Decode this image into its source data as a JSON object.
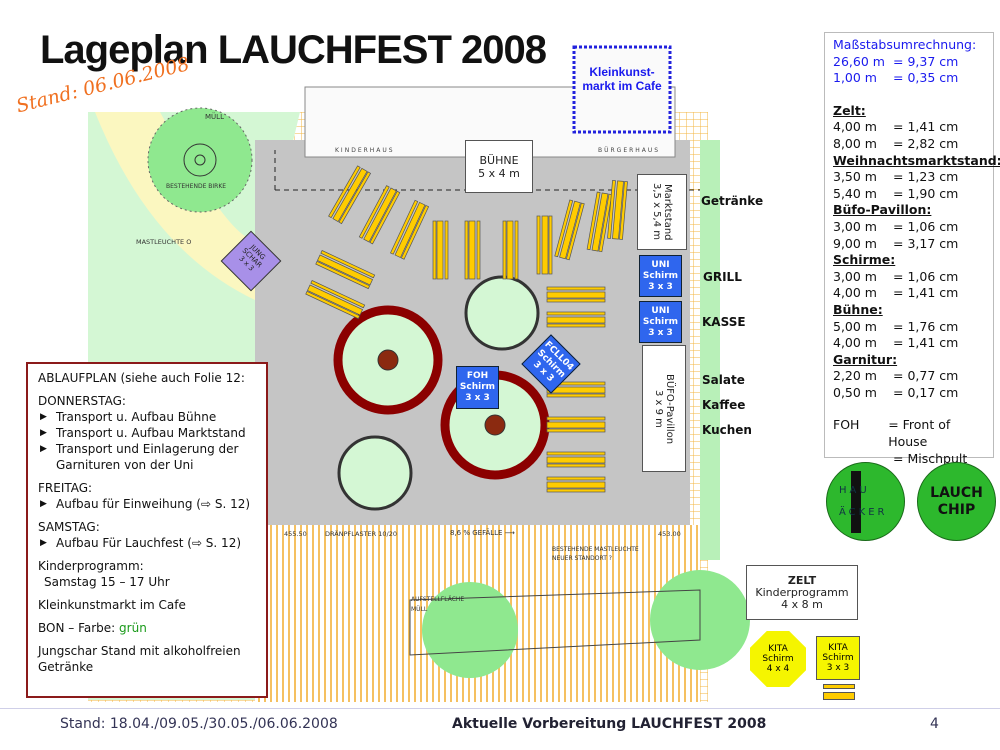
{
  "title": "Lageplan LAUCHFEST 2008",
  "stand": "Stand: 06.06.2008",
  "plan": {
    "kleinkunst": "Kleinkunst-markt im Cafe",
    "kinderhaus": "KINDERHAUS",
    "buergerhaus": "BÜRGERHAUS",
    "buehne_title": "BÜHNE",
    "buehne_size": "5 x 4 m",
    "marktstand_title": "Marktstand",
    "marktstand_size": "3,5 x 5,4 m",
    "uni1": [
      "UNI",
      "Schirm",
      "3 x 3"
    ],
    "uni2": [
      "UNI",
      "Schirm",
      "3 x 3"
    ],
    "buefo_title": "BÜFO-Pavillon",
    "buefo_size": "3 x 9 m",
    "foh": [
      "FOH",
      "Schirm",
      "3 x 3"
    ],
    "fcll04": [
      "FCLL04",
      "Schirm",
      "3 x 3"
    ],
    "jungschar": [
      "JUNG",
      "SCHAR",
      "3 x 3"
    ],
    "muell": "MÜLL",
    "birke": "BESTEHENDE BIRKE",
    "mastleuchte": "MASTLEUCHTE O",
    "h1": "455.50",
    "h2": "453.00",
    "draen": "DRÄNPFLASTER 10/20",
    "gefaelle": "8,6 % GEFÄLLE ⟶",
    "mast_neu_1": "BESTEHENDE MASTLEUCHTE",
    "mast_neu_2": "NEUER STANDORT ?",
    "aufstell": "AUFSTELLFLÄCHE",
    "muell2": "MÜLL",
    "side_labels": {
      "getraenke": "Getränke",
      "grill": "GRILL",
      "kasse": "KASSE",
      "salate": "Salate",
      "kaffee": "Kaffee",
      "kuchen": "Kuchen"
    }
  },
  "scale": {
    "heading": "Maßstabsumrechnung:",
    "main": [
      [
        "26,60 m",
        "= 9,37 cm"
      ],
      [
        "1,00 m",
        "= 0,35 cm"
      ]
    ],
    "groups": [
      {
        "name": "Zelt:",
        "rows": [
          [
            "4,00 m",
            "= 1,41 cm"
          ],
          [
            "8,00 m",
            "= 2,82 cm"
          ]
        ]
      },
      {
        "name": "Weihnachtsmarktstand:",
        "rows": [
          [
            "3,50 m",
            "= 1,23 cm"
          ],
          [
            "5,40 m",
            "= 1,90 cm"
          ]
        ]
      },
      {
        "name": "Büfo-Pavillon:",
        "rows": [
          [
            "3,00 m",
            "= 1,06 cm"
          ],
          [
            "9,00 m",
            "= 3,17 cm"
          ]
        ]
      },
      {
        "name": "Schirme:",
        "rows": [
          [
            "3,00 m",
            "= 1,06 cm"
          ],
          [
            "4,00 m",
            "= 1,41 cm"
          ]
        ]
      },
      {
        "name": "Bühne:",
        "rows": [
          [
            "5,00 m",
            "= 1,76 cm"
          ],
          [
            "4,00 m",
            "= 1,41 cm"
          ]
        ]
      },
      {
        "name": "Garnitur:",
        "rows": [
          [
            "2,20 m",
            "= 0,77 cm"
          ],
          [
            "0,50 m",
            "= 0,17 cm"
          ]
        ]
      }
    ],
    "foh": [
      "FOH",
      "= Front of House",
      "= Mischpult"
    ]
  },
  "logos": {
    "hau_lauch": "HAU LAUCH ÄCKER",
    "lauchchip": [
      "LAUCH",
      "CHIP"
    ]
  },
  "zelt": {
    "title": "ZELT",
    "sub": "Kinderprogramm",
    "size": "4 x 8 m"
  },
  "kita1": [
    "KITA",
    "Schirm",
    "4 x 4"
  ],
  "kita2": [
    "KITA",
    "Schirm",
    "3 x 3"
  ],
  "ablauf": {
    "heading": "ABLAUFPLAN (siehe auch Folie 12:",
    "donnerstag": "DONNERSTAG:",
    "d_items": [
      "Transport u. Aufbau Bühne",
      "Transport u. Aufbau Marktstand",
      "Transport und Einlagerung der Garnituren von der Uni"
    ],
    "freitag": "FREITAG:",
    "f_items": [
      "Aufbau für Einweihung (⇨ S. 12)"
    ],
    "samstag": "SAMSTAG:",
    "s_items": [
      "Aufbau Für Lauchfest  (⇨ S. 12)"
    ],
    "kinder": "Kinderprogramm:",
    "kinder_time": "Samstag 15 – 17 Uhr",
    "klein": "Kleinkunstmarkt im Cafe",
    "bon_label": "BON – Farbe: ",
    "bon_value": "grün",
    "jung": "Jungschar Stand mit alkoholfreien Getränke"
  },
  "footer": {
    "left": "Stand: 18.04./09.05./30.05./06.06.2008",
    "center": "Aktuelle Vorbereitung LAUCHFEST 2008",
    "page": "4"
  }
}
